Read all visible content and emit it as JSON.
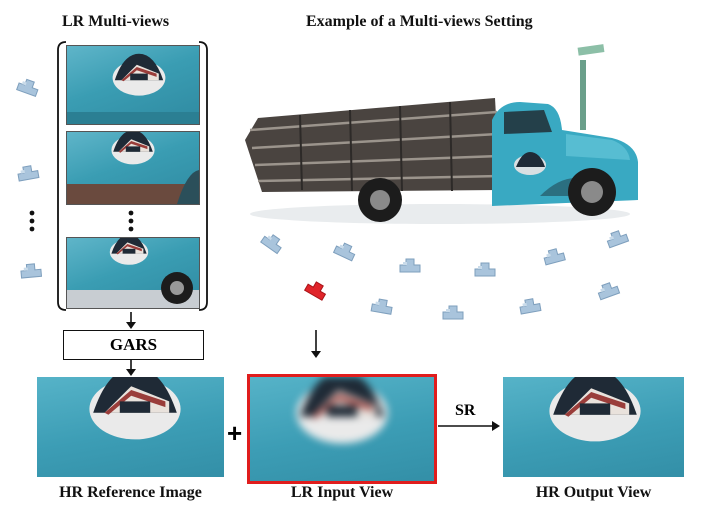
{
  "titles": {
    "left": "LR Multi-views",
    "right": "Example of a Multi-views Setting"
  },
  "process": {
    "gars": "GARS",
    "plus": "+",
    "sr": "SR"
  },
  "captions": {
    "reference": "HR Reference Image",
    "input": "LR Input View",
    "output": "HR Output View"
  },
  "colors": {
    "truck_body": "#39a9c2",
    "camera_blue": "#a9c4dc",
    "camera_selected": "#e0242a",
    "input_frame": "#e01d1d",
    "sign_dark": "#1f2a36",
    "sign_red": "#9a3d3a"
  }
}
